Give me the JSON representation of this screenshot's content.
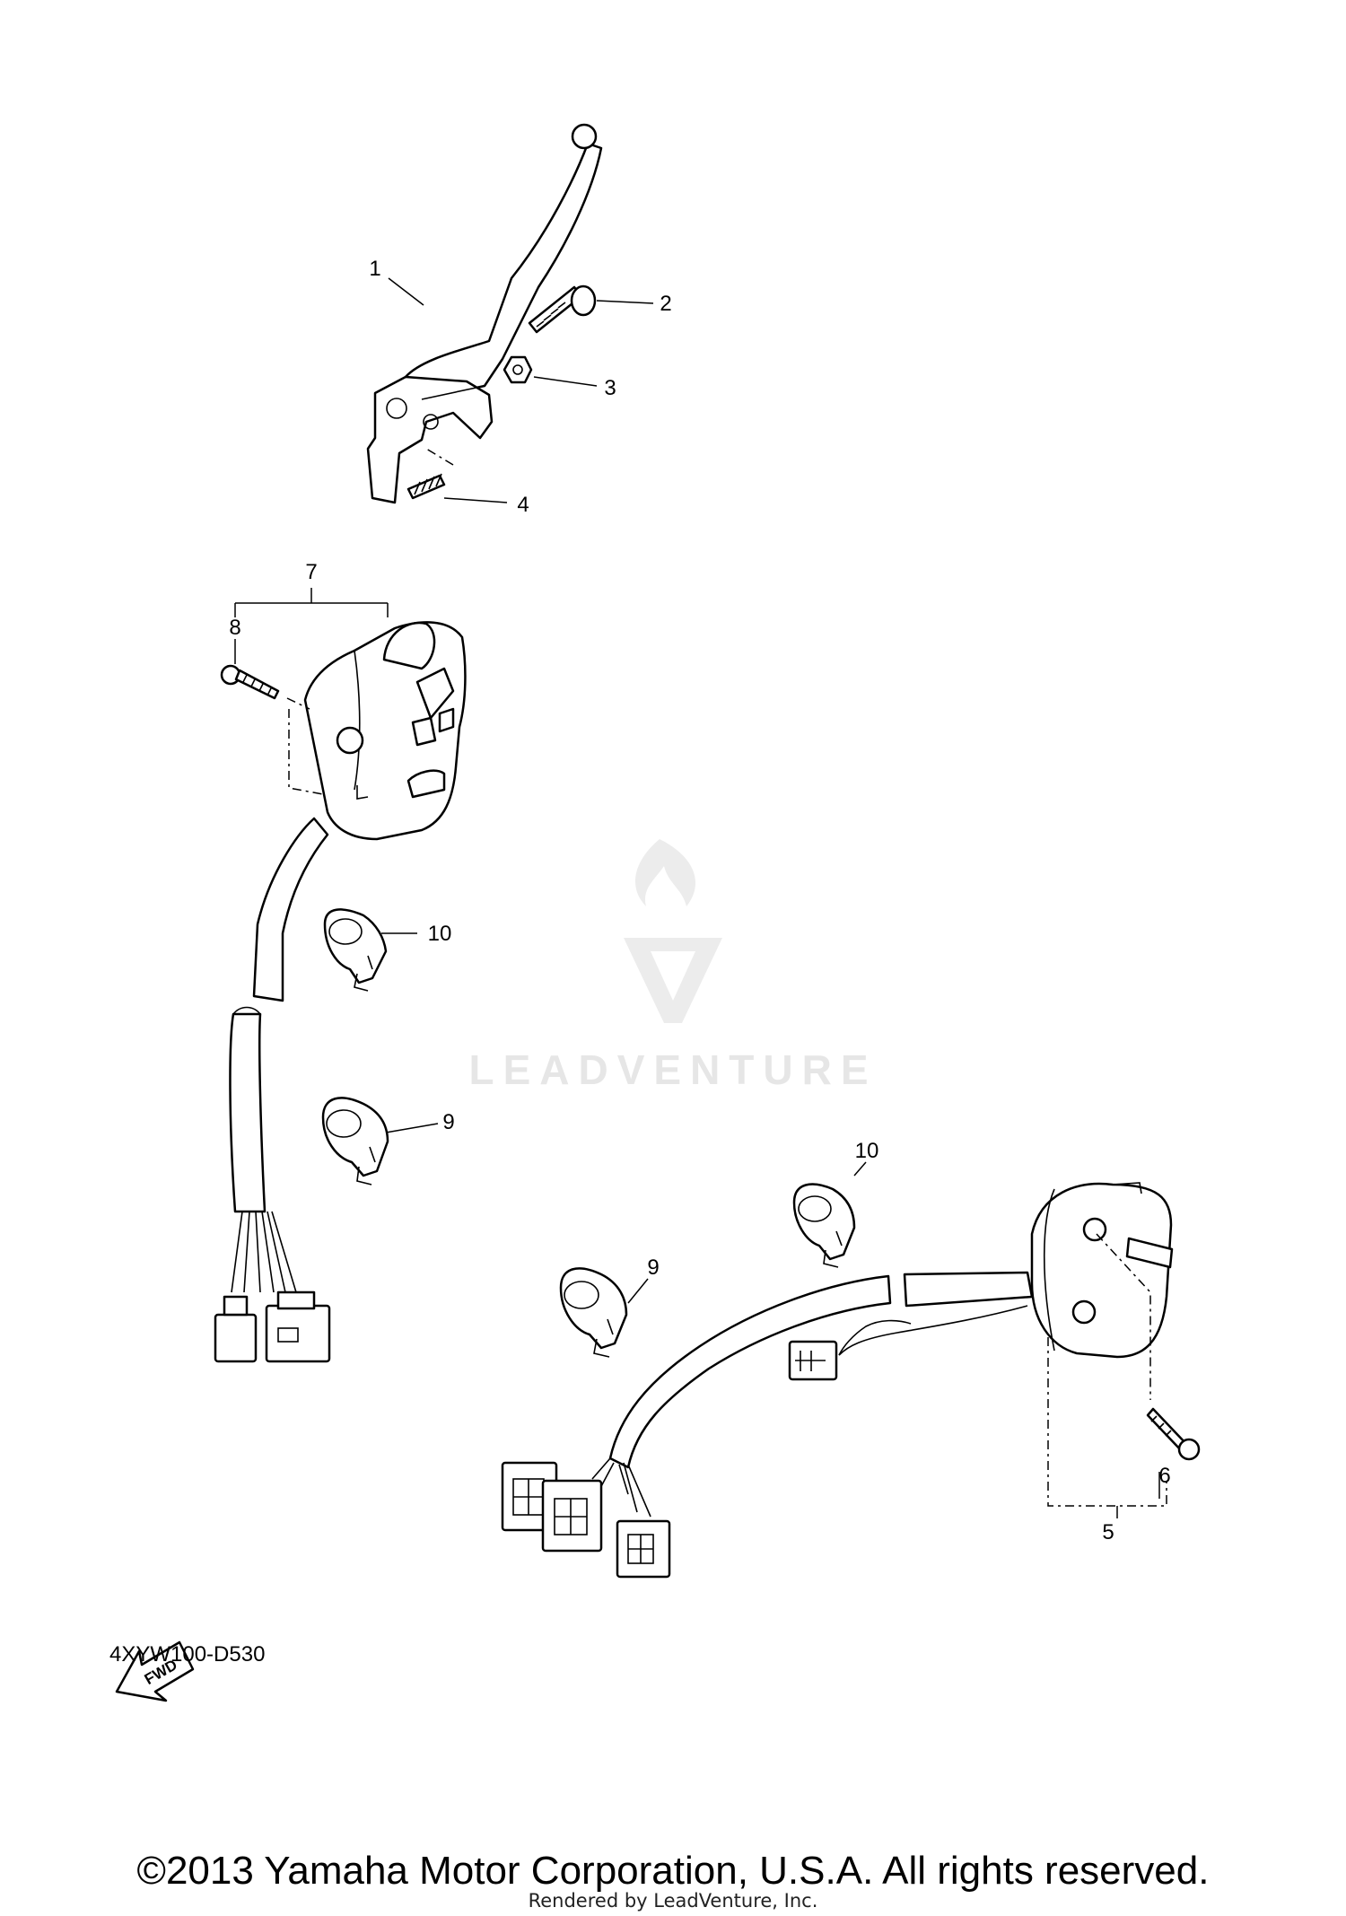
{
  "diagram": {
    "part_numbers": {
      "p1": "1",
      "p2": "2",
      "p3": "3",
      "p4": "4",
      "p5": "5",
      "p6": "6",
      "p7": "7",
      "p8": "8",
      "p9a": "9",
      "p9b": "9",
      "p10a": "10",
      "p10b": "10"
    },
    "fwd_label": "FWD",
    "diagram_code": "4XYW100-D530",
    "watermark": "LEADVENTURE"
  },
  "footer": {
    "copyright": "©2013 Yamaha Motor Corporation, U.S.A. All rights reserved.",
    "rendered_by": "Rendered by LeadVenture, Inc."
  },
  "colors": {
    "line": "#000000",
    "background": "#ffffff",
    "watermark": "#e6e6e6"
  }
}
